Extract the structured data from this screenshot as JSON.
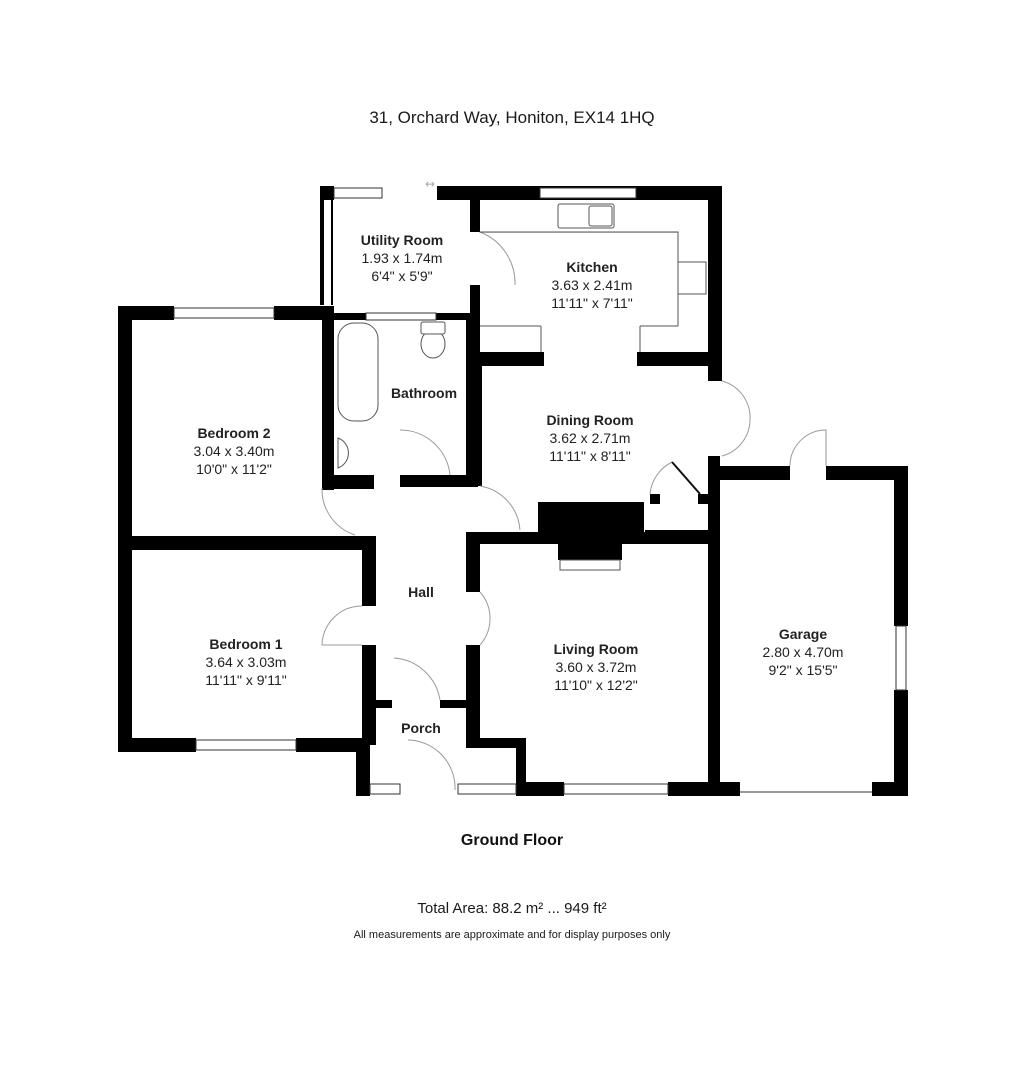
{
  "header": {
    "address": "31, Orchard Way, Honiton, EX14 1HQ"
  },
  "rooms": [
    {
      "id": "utility",
      "name": "Utility Room",
      "metric": "1.93 x 1.74m",
      "imperial": "6'4\" x 5'9\""
    },
    {
      "id": "kitchen",
      "name": "Kitchen",
      "metric": "3.63 x 2.41m",
      "imperial": "11'11\" x 7'11\""
    },
    {
      "id": "bedroom2",
      "name": "Bedroom 2",
      "metric": "3.04 x 3.40m",
      "imperial": "10'0\" x 11'2\""
    },
    {
      "id": "bathroom",
      "name": "Bathroom"
    },
    {
      "id": "dining",
      "name": "Dining Room",
      "metric": "3.62 x 2.71m",
      "imperial": "11'11\" x 8'11\""
    },
    {
      "id": "hall",
      "name": "Hall"
    },
    {
      "id": "bedroom1",
      "name": "Bedroom 1",
      "metric": "3.64 x 3.03m",
      "imperial": "11'11\" x 9'11\""
    },
    {
      "id": "living",
      "name": "Living Room",
      "metric": "3.60 x 3.72m",
      "imperial": "11'10\" x 12'2\""
    },
    {
      "id": "garage",
      "name": "Garage",
      "metric": "2.80 x 4.70m",
      "imperial": "9'2\" x 15'5\""
    },
    {
      "id": "porch",
      "name": "Porch"
    }
  ],
  "footer": {
    "floor_label": "Ground Floor",
    "total_area": "Total Area: 88.2 m² ... 949 ft²",
    "disclaimer": "All measurements are approximate and for display purposes only"
  },
  "colors": {
    "wall": "#000000",
    "background": "#ffffff",
    "door_arc": "#9a9a9a",
    "fixture_line": "#555555"
  }
}
